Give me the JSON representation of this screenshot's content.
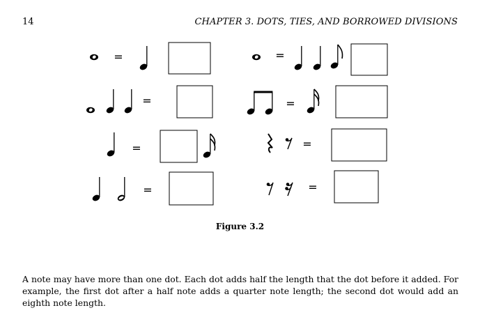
{
  "header": {
    "page_number": "14",
    "chapter_title": "CHAPTER 3.  DOTS, TIES, AND BORROWED DIVISIONS"
  },
  "figure": {
    "caption": "Figure 3.2",
    "equals_sign": "=",
    "exercises": [
      {
        "left": [
          "whole-note"
        ],
        "right": [
          "answer-box",
          "quarter-note"
        ]
      },
      {
        "left": [
          "whole-note",
          "quarter-note",
          "quarter-note"
        ],
        "right": [
          "answer-box"
        ]
      },
      {
        "left": [
          "quarter-note"
        ],
        "right": [
          "answer-box",
          "sixteenth-note"
        ]
      },
      {
        "left": [
          "quarter-note",
          "half-note"
        ],
        "right": [
          "answer-box"
        ]
      },
      {
        "left": [
          "whole-note"
        ],
        "right": [
          "quarter-note",
          "quarter-note",
          "eighth-note",
          "answer-box"
        ]
      },
      {
        "left": [
          "beamed-eighth-pair"
        ],
        "right": [
          "sixteenth-note",
          "answer-box"
        ]
      },
      {
        "left": [
          "quarter-rest",
          "eighth-rest"
        ],
        "right": [
          "answer-box"
        ]
      },
      {
        "left": [
          "eighth-rest",
          "sixteenth-rest"
        ],
        "right": [
          "answer-box"
        ]
      }
    ]
  },
  "body": {
    "paragraph": "A note may have more than one dot. Each dot adds half the length that the dot before it added. For example, the first dot after a half note adds a quarter note length; the second dot would add an eighth note length."
  }
}
